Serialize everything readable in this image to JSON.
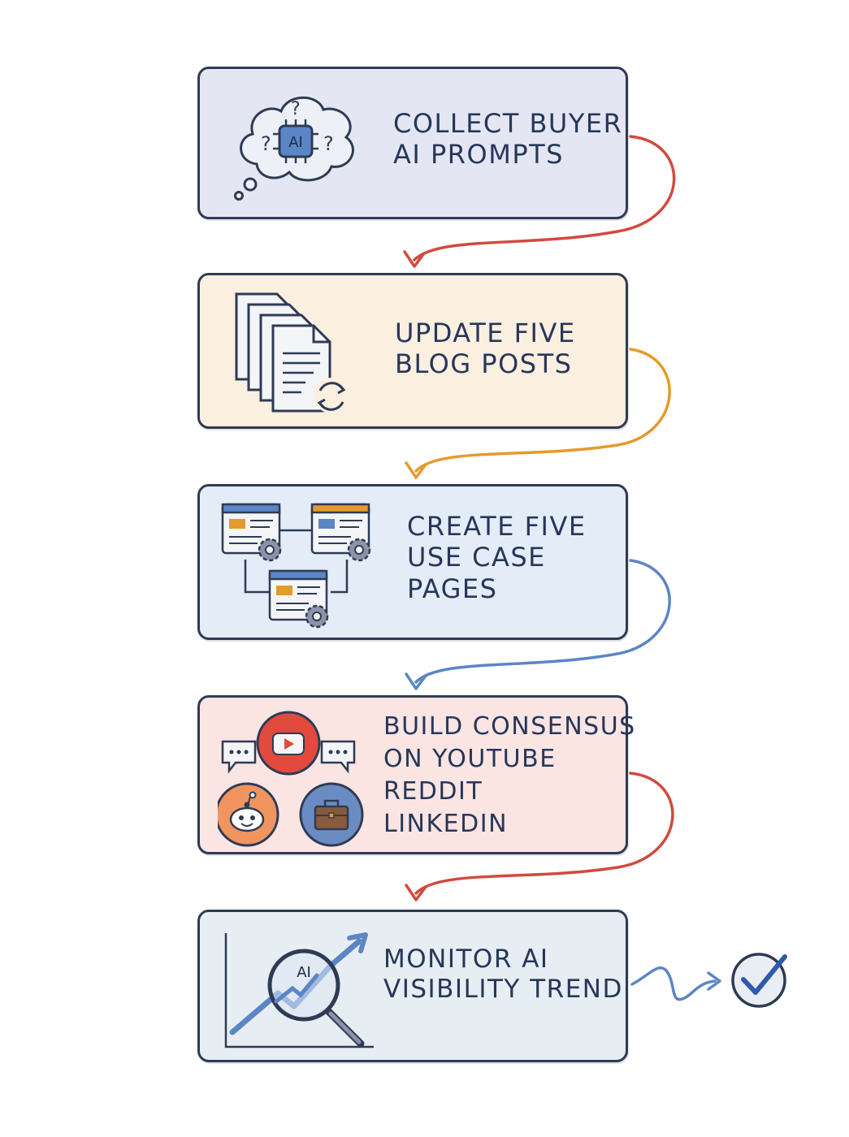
{
  "steps": [
    {
      "lines": [
        "Collect Buyer",
        "AI Prompts"
      ],
      "bg": "#e4e7f3",
      "icon": "ai-thought-cloud-icon",
      "icon_text": "AI"
    },
    {
      "lines": [
        "Update Five",
        "Blog Posts"
      ],
      "bg": "#fbefe0",
      "icon": "document-stack-refresh-icon"
    },
    {
      "lines": [
        "Create Five",
        "Use Case",
        "Pages"
      ],
      "bg": "#e4edf7",
      "icon": "web-pages-gears-icon"
    },
    {
      "lines": [
        "Build Consensus",
        "on YouTube",
        "Reddit",
        "LinkedIn"
      ],
      "bg": "#fae5e3",
      "icon": "social-platforms-icon"
    },
    {
      "lines": [
        "Monitor AI",
        "Visibility Trend"
      ],
      "bg": "#e6eef3",
      "icon": "ai-trend-magnifier-icon",
      "icon_text": "AI"
    }
  ],
  "connector_colors": [
    "#d14a3e",
    "#e59a2c",
    "#5b86c6",
    "#d14a3e",
    "#5b86c6"
  ],
  "final_icon": "check-circle-icon"
}
